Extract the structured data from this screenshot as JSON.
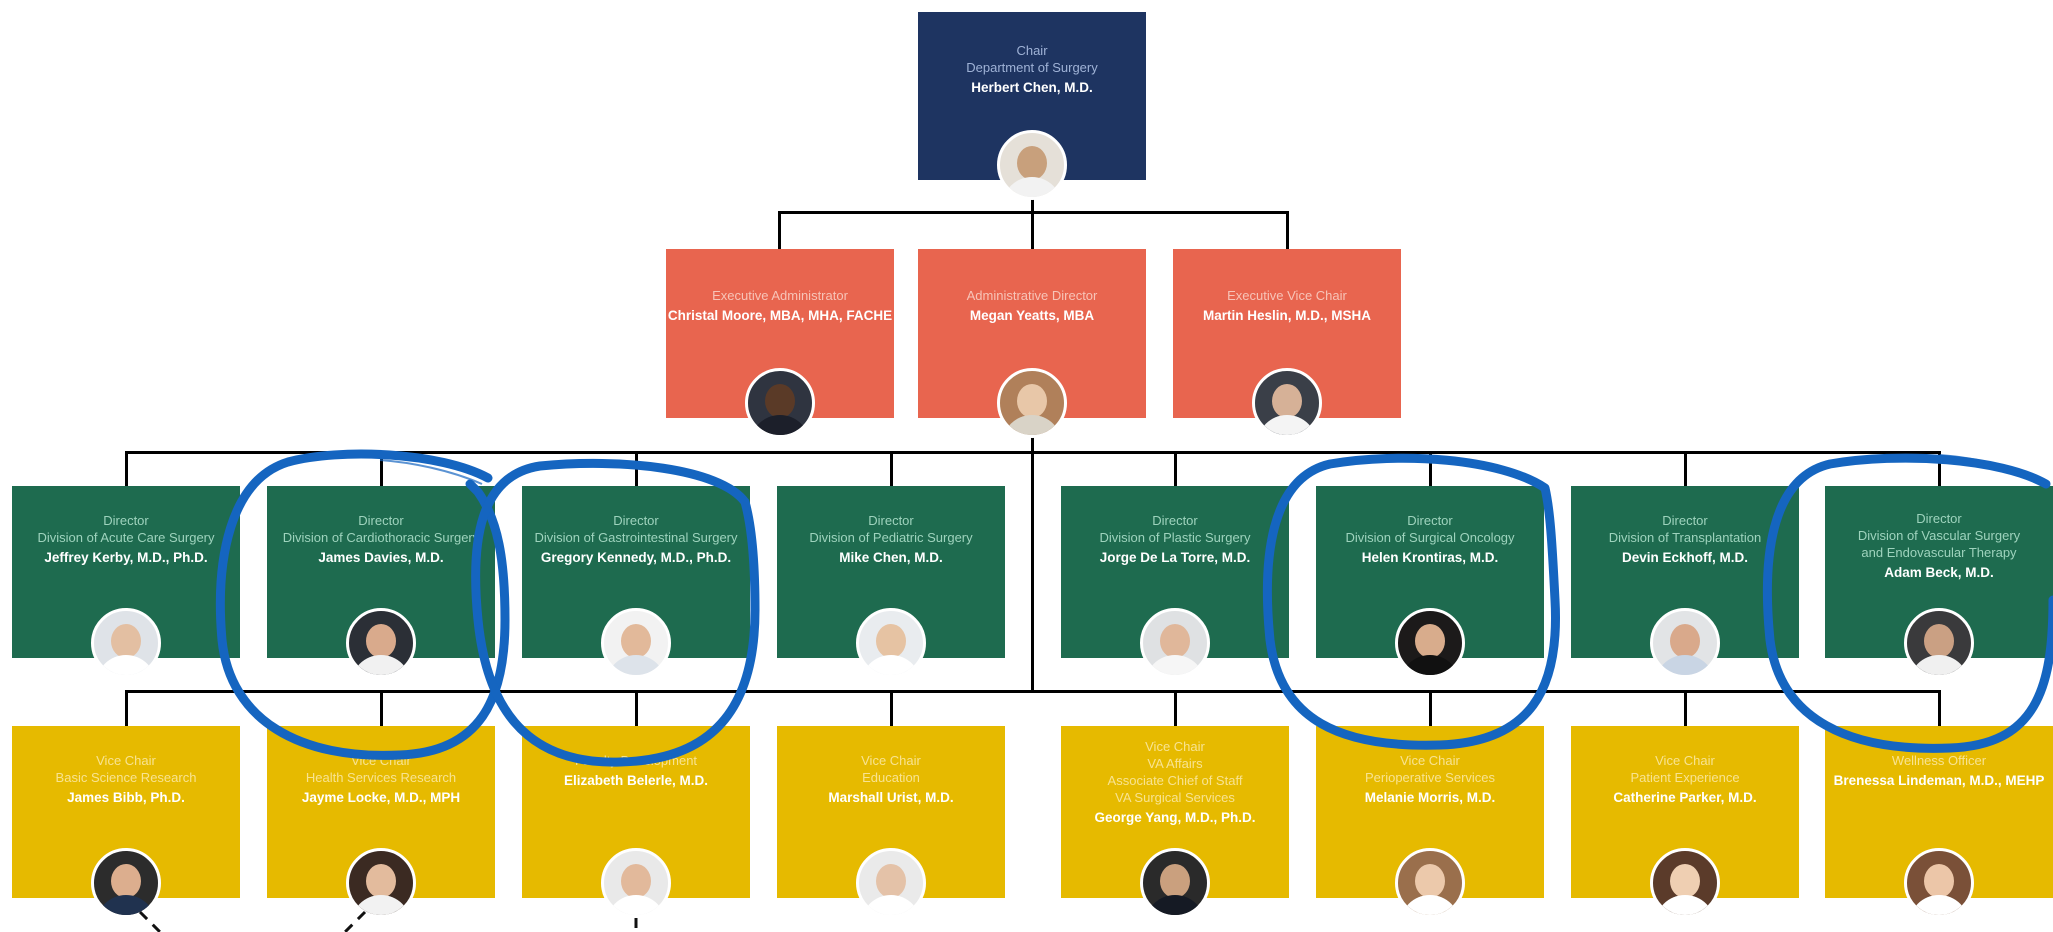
{
  "colors": {
    "chair": "#1e3461",
    "executive": "#e8654f",
    "director": "#1e6b4f",
    "vice_chair": "#e6ba00",
    "connector": "#000000",
    "annotation": "#1565c0"
  },
  "chair": {
    "role": "Chair\nDepartment of Surgery",
    "name": "Herbert Chen, M.D."
  },
  "executives": [
    {
      "role": "Executive Administrator",
      "name": "Christal Moore, MBA, MHA, FACHE"
    },
    {
      "role": "Administrative Director",
      "name": "Megan Yeatts, MBA"
    },
    {
      "role": "Executive Vice Chair",
      "name": "Martin Heslin, M.D., MSHA"
    }
  ],
  "directors": [
    {
      "role": "Director\nDivision of Acute Care Surgery",
      "name": "Jeffrey Kerby, M.D., Ph.D."
    },
    {
      "role": "Director\nDivision of Cardiothoracic Surgery",
      "name": "James Davies, M.D."
    },
    {
      "role": "Director\nDivision of Gastrointestinal Surgery",
      "name": "Gregory Kennedy, M.D., Ph.D."
    },
    {
      "role": "Director\nDivision of Pediatric Surgery",
      "name": "Mike Chen, M.D."
    },
    {
      "role": "Director\nDivision of Plastic Surgery",
      "name": "Jorge De La Torre, M.D."
    },
    {
      "role": "Director\nDivision of Surgical Oncology",
      "name": "Helen Krontiras, M.D."
    },
    {
      "role": "Director\nDivision of Transplantation",
      "name": "Devin Eckhoff, M.D."
    },
    {
      "role": "Director\nDivision of Vascular Surgery\nand Endovascular Therapy",
      "name": "Adam Beck, M.D."
    }
  ],
  "vice_chairs": [
    {
      "role": "Vice Chair\nBasic Science Research",
      "name": "James Bibb, Ph.D."
    },
    {
      "role": "Vice Chair\nHealth Services Research",
      "name": "Jayme Locke, M.D., MPH"
    },
    {
      "role": "Faculty Development",
      "name": "Elizabeth Belerle, M.D."
    },
    {
      "role": "Vice Chair\nEducation",
      "name": "Marshall Urist, M.D."
    },
    {
      "role": "Vice Chair\nVA Affairs\nAssociate Chief of Staff\nVA Surgical Services",
      "name": "George Yang, M.D., Ph.D."
    },
    {
      "role": "Vice Chair\nPerioperative Services",
      "name": "Melanie Morris, M.D."
    },
    {
      "role": "Vice Chair\nPatient Experience",
      "name": "Catherine Parker, M.D."
    },
    {
      "role": "Wellness Officer",
      "name": "Brenessa Lindeman, M.D., MEHP"
    }
  ]
}
